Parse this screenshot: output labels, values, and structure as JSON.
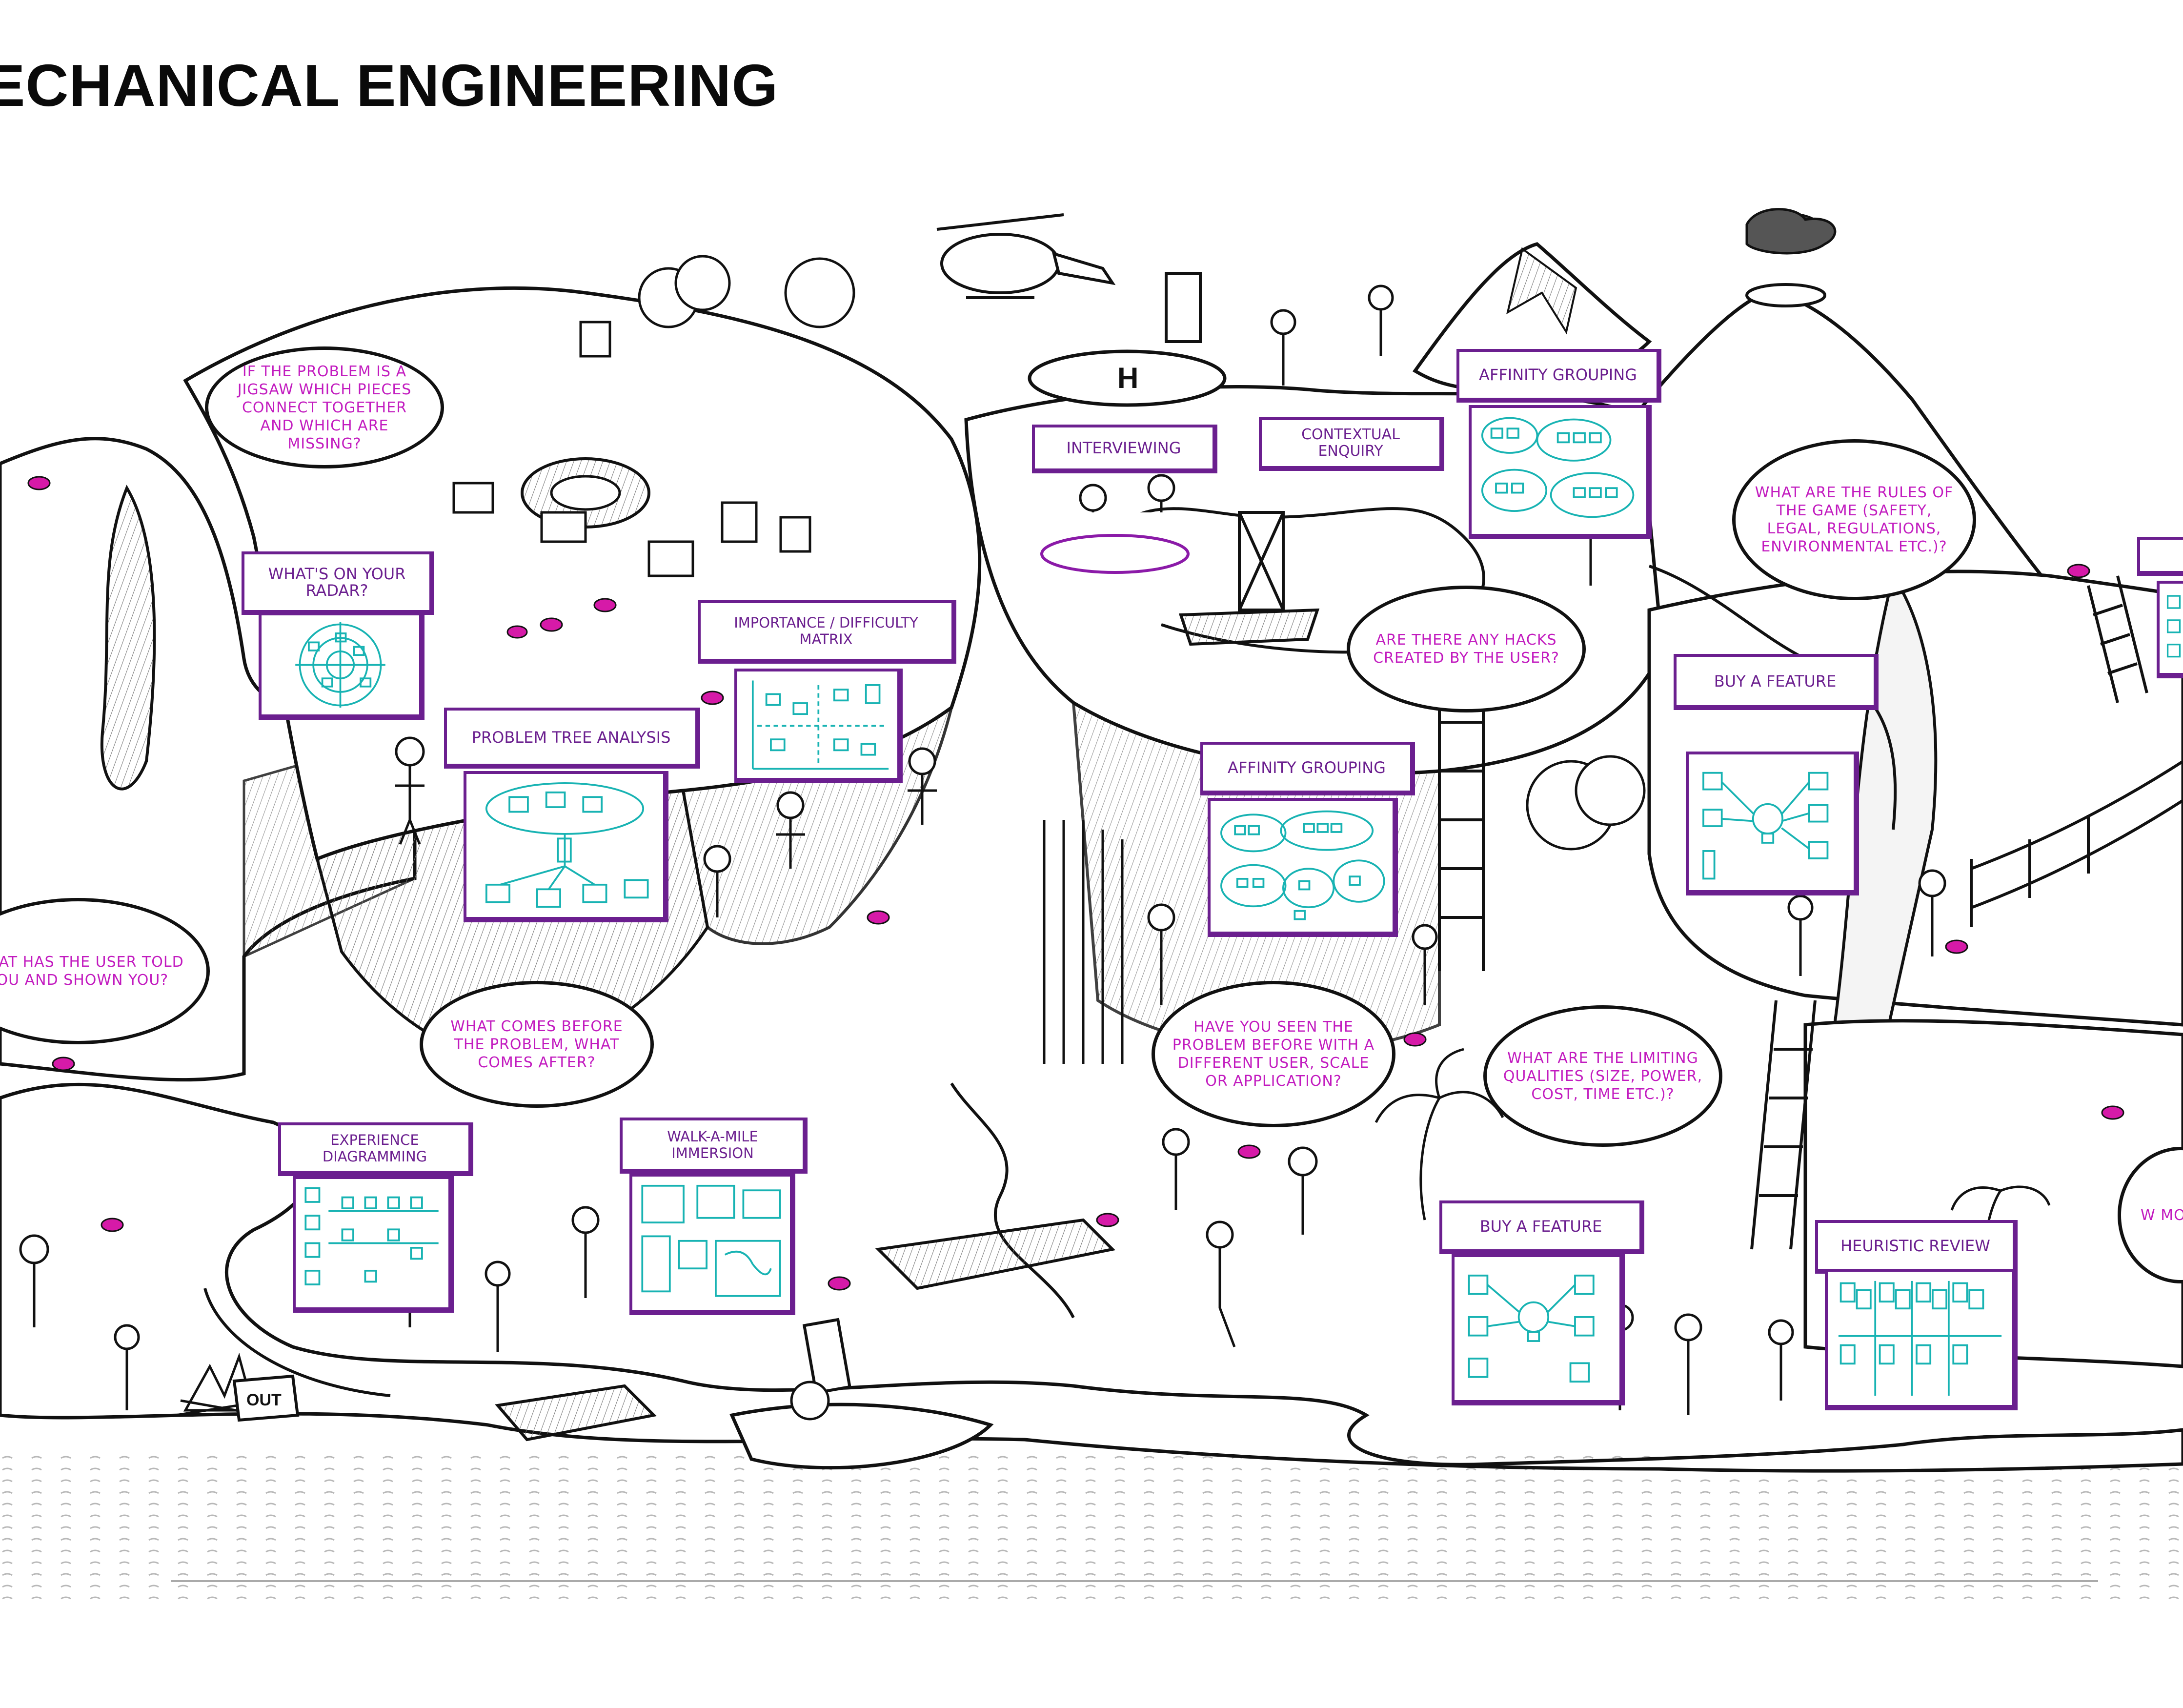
{
  "title": "ECHANICAL ENGINEERING",
  "colors": {
    "question_text": "#c21bbf",
    "label_purple": "#6b1f8f",
    "board_teal": "#18b3b3",
    "gem_magenta": "#d61aa8",
    "ink": "#111111"
  },
  "questions": [
    "IF THE PROBLEM IS A JIGSAW WHICH PIECES CONNECT TOGETHER AND WHICH ARE MISSING?",
    "WHAT HAS THE USER TOLD YOU AND SHOWN YOU?",
    "WHAT COMES BEFORE THE PROBLEM, WHAT COMES AFTER?",
    "ARE THERE ANY HACKS CREATED BY THE USER?",
    "HAVE YOU SEEN THE PROBLEM BEFORE WITH A DIFFERENT USER, SCALE OR APPLICATION?",
    "WHAT ARE THE LIMITING QUALITIES (SIZE, POWER, COST, TIME ETC.)?",
    "WHAT ARE THE RULES OF THE GAME (SAFETY, LEGAL, REGULATIONS, ENVIRONMENTAL ETC.)?",
    "W MO J"
  ],
  "labels": [
    "WHAT'S ON YOUR RADAR?",
    "IMPORTANCE / DIFFICULTY MATRIX",
    "PROBLEM TREE ANALYSIS",
    "INTERVIEWING",
    "CONTEXTUAL ENQUIRY",
    "AFFINITY GROUPING",
    "AFFINITY GROUPING",
    "BUY A FEATURE",
    "BUY A FEATURE",
    "EXPERIENCE DIAGRAMMING",
    "WALK-A-MILE IMMERSION",
    "HEURISTIC REVIEW"
  ],
  "signs": {
    "out": "OUT",
    "helipad": "H"
  },
  "illustrations": [
    "helicopter-icon",
    "island-landscape",
    "volcano",
    "mountain",
    "rope-bridge",
    "ladder",
    "boat",
    "raft",
    "campfire",
    "gems",
    "palm-trees",
    "jigsaw-pieces",
    "people"
  ]
}
